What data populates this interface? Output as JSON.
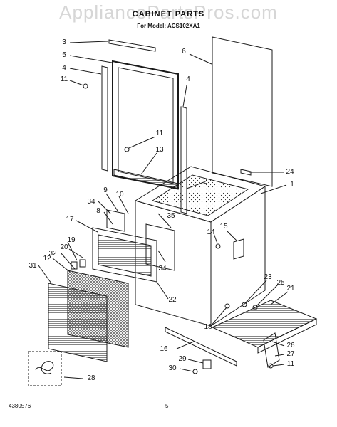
{
  "watermark": "AppliancePartsPros.com",
  "header": {
    "title": "CABINET PARTS",
    "model": "For Model: ACS102XA1"
  },
  "footer": {
    "doc_number": "4380576",
    "page_number": "5"
  },
  "callouts": [
    "3",
    "5",
    "4",
    "11",
    "6",
    "4",
    "11",
    "13",
    "24",
    "2",
    "1",
    "9",
    "10",
    "34",
    "8",
    "35",
    "17",
    "15",
    "14",
    "19",
    "20",
    "32",
    "31",
    "12",
    "34",
    "22",
    "23",
    "25",
    "21",
    "18",
    "16",
    "26",
    "27",
    "29",
    "11",
    "30",
    "28"
  ],
  "colors": {
    "line": "#1a1a1a",
    "hatch": "#333333",
    "watermark": "#d6d6d6"
  }
}
